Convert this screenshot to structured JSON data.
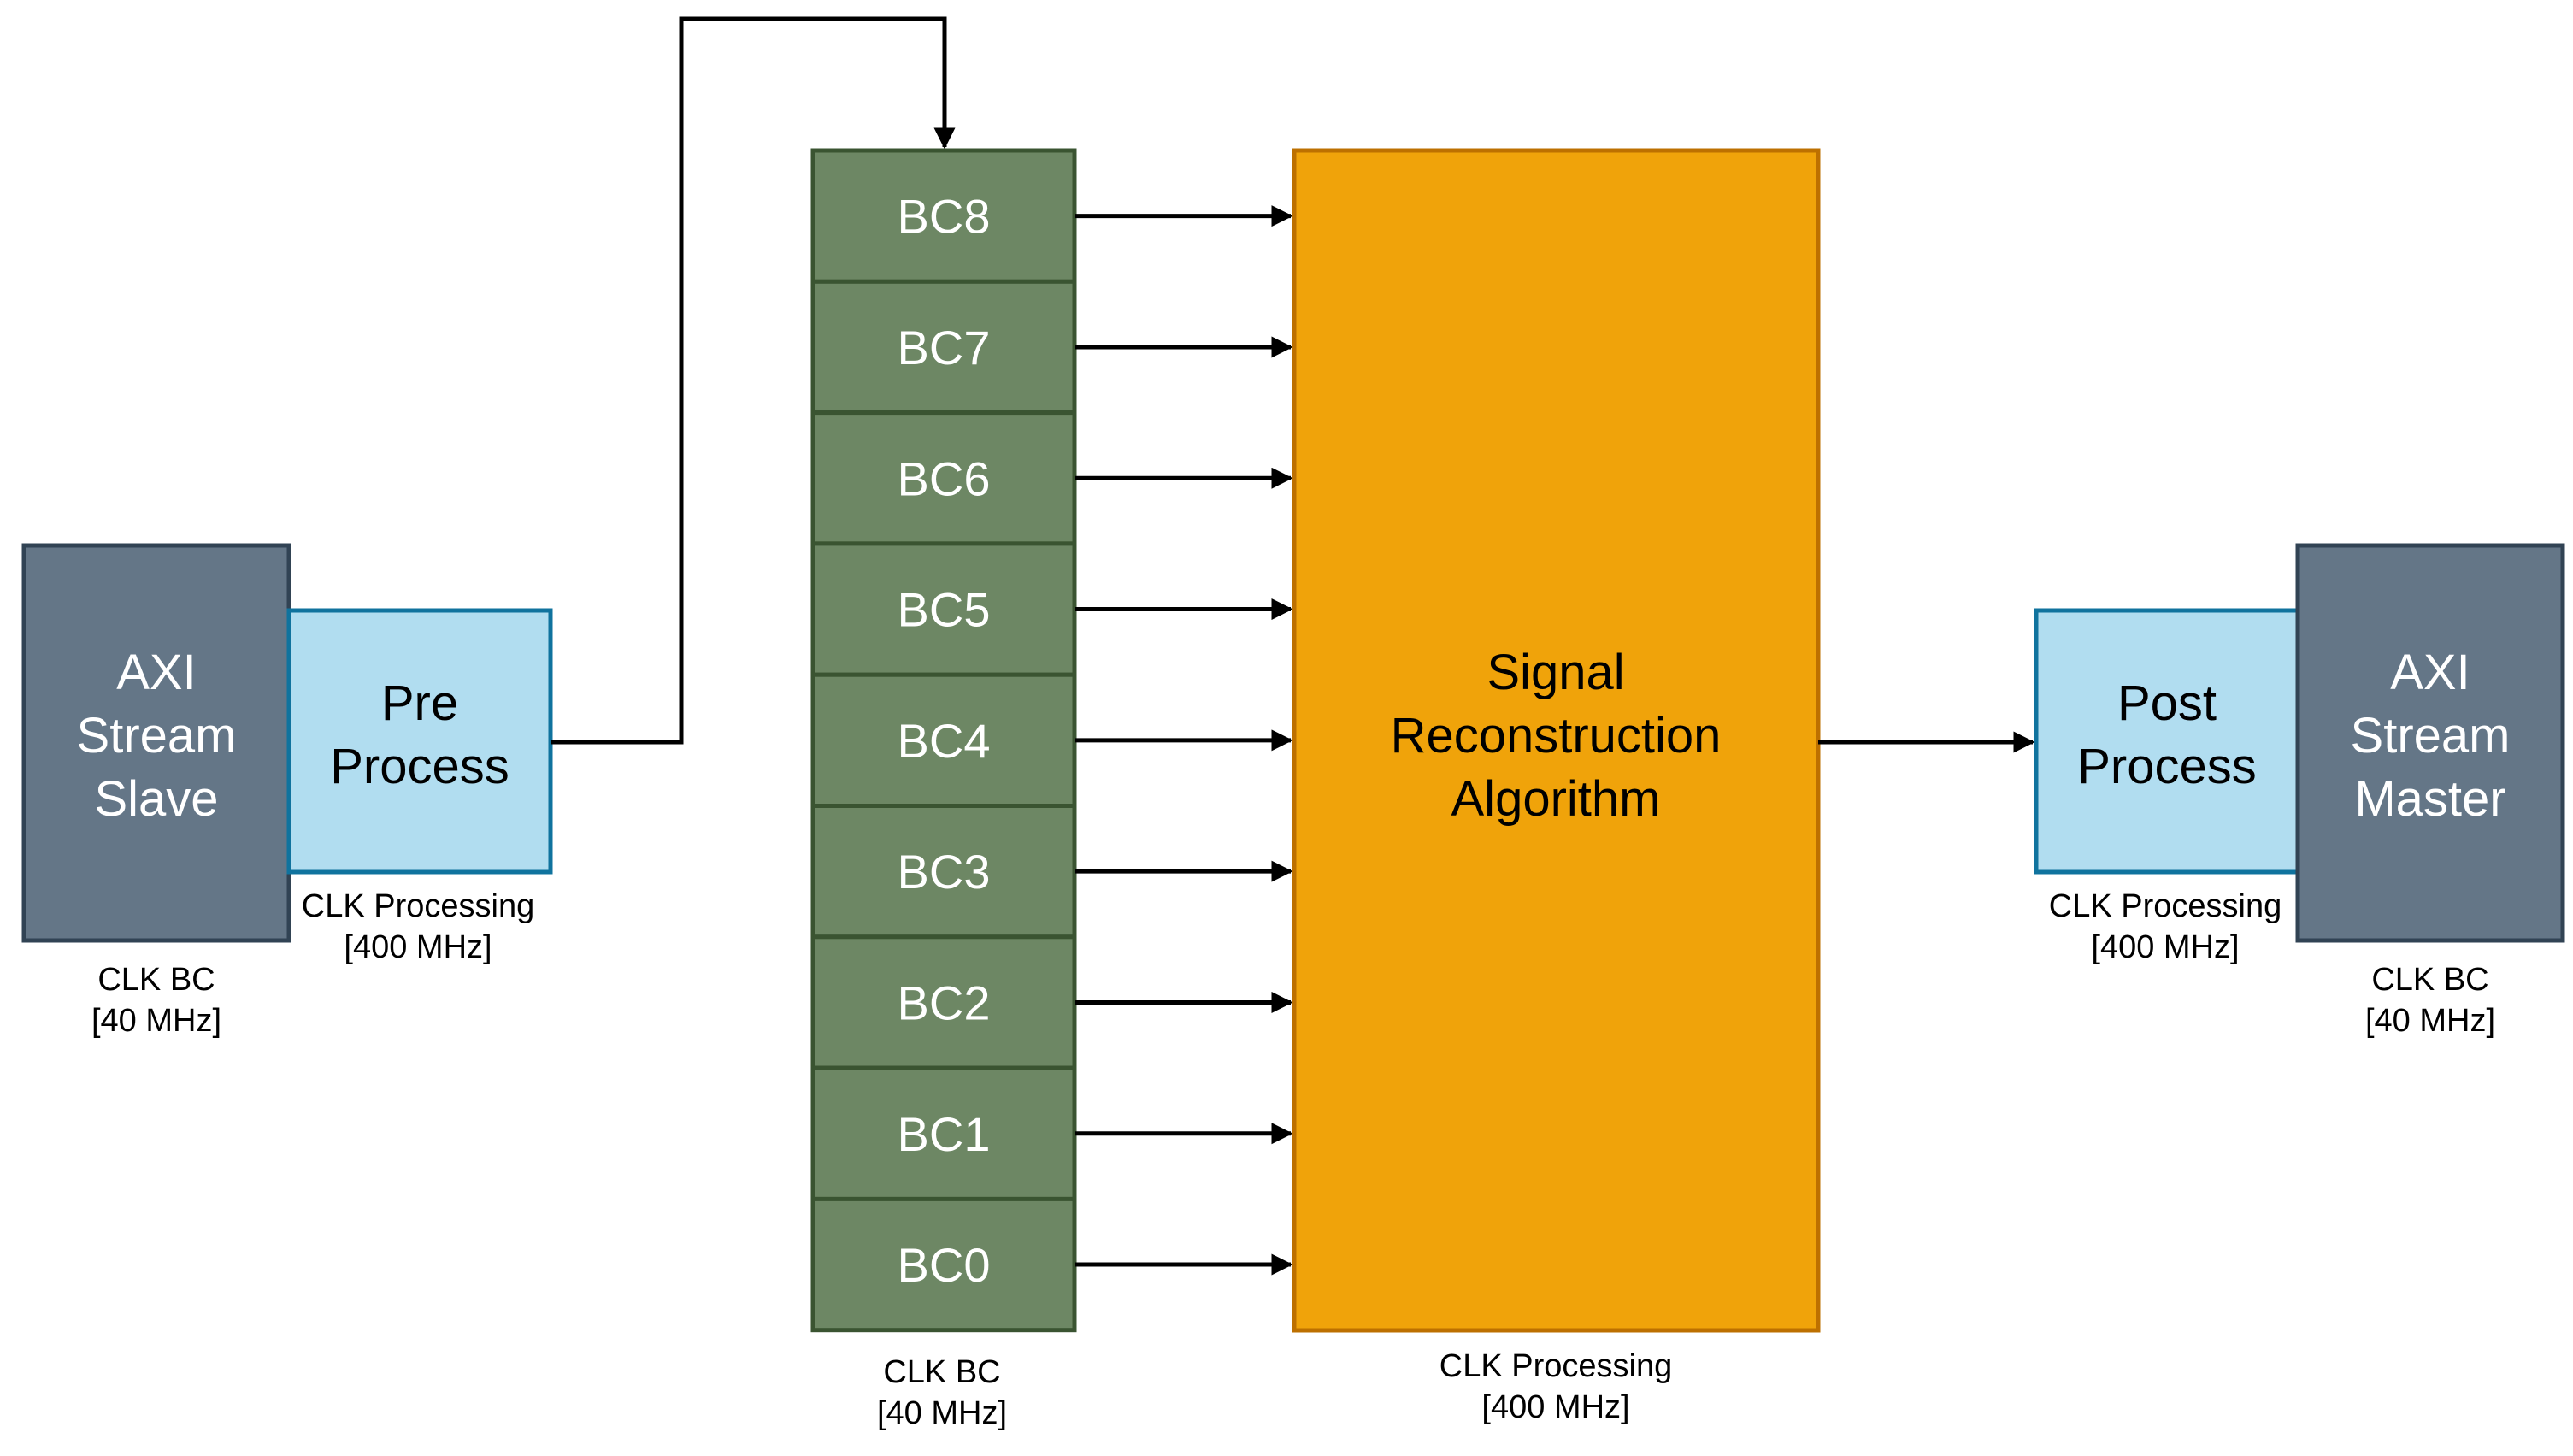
{
  "colors": {
    "axi_fill": "#647687",
    "axi_stroke": "#314354",
    "process_fill": "#b1ddf0",
    "process_stroke": "#10739e",
    "bc_fill": "#6d8764",
    "bc_stroke": "#3a5431",
    "algo_fill": "#f0a30a",
    "algo_stroke": "#bd7000",
    "arrow": "#000000"
  },
  "axi_slave": {
    "lines": [
      "AXI",
      "Stream",
      "Slave"
    ],
    "caption": [
      "CLK BC",
      "[40 MHz]"
    ]
  },
  "pre_process": {
    "lines": [
      "Pre",
      "Process"
    ],
    "caption": [
      "CLK Processing",
      "[400 MHz]"
    ]
  },
  "buffer": {
    "cells": [
      "BC8",
      "BC7",
      "BC6",
      "BC5",
      "BC4",
      "BC3",
      "BC2",
      "BC1",
      "BC0"
    ],
    "caption": [
      "CLK BC",
      "[40 MHz]"
    ]
  },
  "algorithm": {
    "lines": [
      "Signal",
      "Reconstruction",
      "Algorithm"
    ],
    "caption": [
      "CLK Processing",
      "[400 MHz]"
    ]
  },
  "post_process": {
    "lines": [
      "Post",
      "Process"
    ],
    "caption": [
      "CLK Processing",
      "[400 MHz]"
    ]
  },
  "axi_master": {
    "lines": [
      "AXI",
      "Stream",
      "Master"
    ],
    "caption": [
      "CLK BC",
      "[40 MHz]"
    ]
  }
}
